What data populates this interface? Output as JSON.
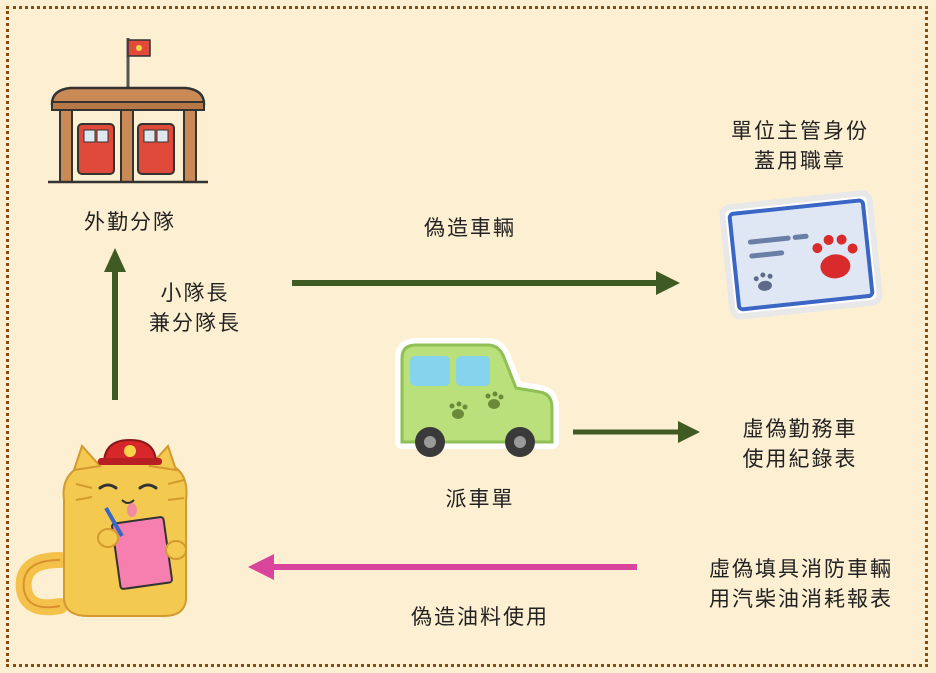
{
  "labels": {
    "field_unit": "外勤分隊",
    "captain_line1": "小隊長",
    "captain_line2": "兼分隊長",
    "forge_vehicle": "偽造車輛",
    "supervisor_line1": "單位主管身份",
    "supervisor_line2": "蓋用職章",
    "dispatch_slip": "派車單",
    "fake_log_line1": "虛偽勤務車",
    "fake_log_line2": "使用紀錄表",
    "fuel_report_line1": "虛偽填具消防車輛",
    "fuel_report_line2": "用汽柴油消耗報表",
    "forge_fuel": "偽造油料使用"
  },
  "colors": {
    "background": "#fdf0d2",
    "border": "#8a4a14",
    "green_arrow": "#3f5a23",
    "pink_arrow": "#d9459c"
  },
  "icons": {
    "station": "fire-station-icon",
    "card": "id-card-stamp-icon",
    "vehicle": "jeep-vehicle-icon",
    "cat": "firefighter-cat-icon"
  }
}
